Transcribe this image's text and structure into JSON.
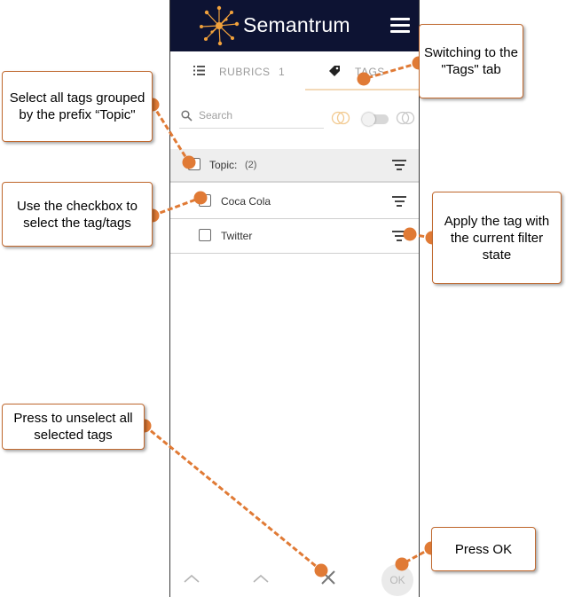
{
  "app": {
    "name": "Semantrum",
    "menu_icon": "hamburger-menu-icon"
  },
  "tabs": [
    {
      "label": "RUBRICS",
      "count": "1",
      "icon": "list-icon"
    },
    {
      "label": "TAGS",
      "icon": "tag-icon",
      "active": true
    }
  ],
  "search": {
    "placeholder": "Search"
  },
  "tag_group": {
    "label": "Topic:",
    "count": "(2)"
  },
  "tags": [
    {
      "label": "Coca Cola"
    },
    {
      "label": "Twitter"
    }
  ],
  "bottom_bar": {
    "ok_label": "OK"
  },
  "callouts": {
    "select_group": "Select all tags grouped by the prefix “Topic\"",
    "checkbox": "Use the checkbox to select the tag/tags",
    "switching": "Switching to the \"Tags\" tab",
    "apply": "Apply the tag with the current filter state",
    "unselect": "Press to unselect all selected tags",
    "ok": "Press OK"
  },
  "colors": {
    "header_bg": "#0d1333",
    "logo_accent": "#f2a23c",
    "callout_border": "#c0692f",
    "arrow": "#e07a35"
  }
}
